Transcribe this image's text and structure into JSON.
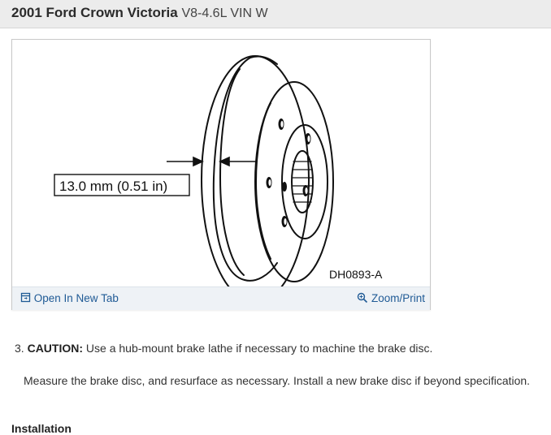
{
  "header": {
    "vehicle": "2001 Ford Crown Victoria",
    "engine": "V8-4.6L VIN W"
  },
  "figure": {
    "measurement_label": "13.0 mm (0.51 in)",
    "figure_code": "DH0893-A",
    "open_tab_label": "Open In New Tab",
    "zoom_label": "Zoom/Print",
    "icons": [
      "open-in-new-tab-icon",
      "zoom-icon"
    ],
    "link_color": "#1f5a95"
  },
  "procedure": {
    "step_number": "3.",
    "caution_label": "CAUTION:",
    "caution_text": "Use a hub-mount brake lathe if necessary to machine the brake disc.",
    "paragraph": "Measure the brake disc, and resurface as necessary. Install a new brake disc if beyond specification."
  },
  "next_section": {
    "heading": "Installation"
  }
}
